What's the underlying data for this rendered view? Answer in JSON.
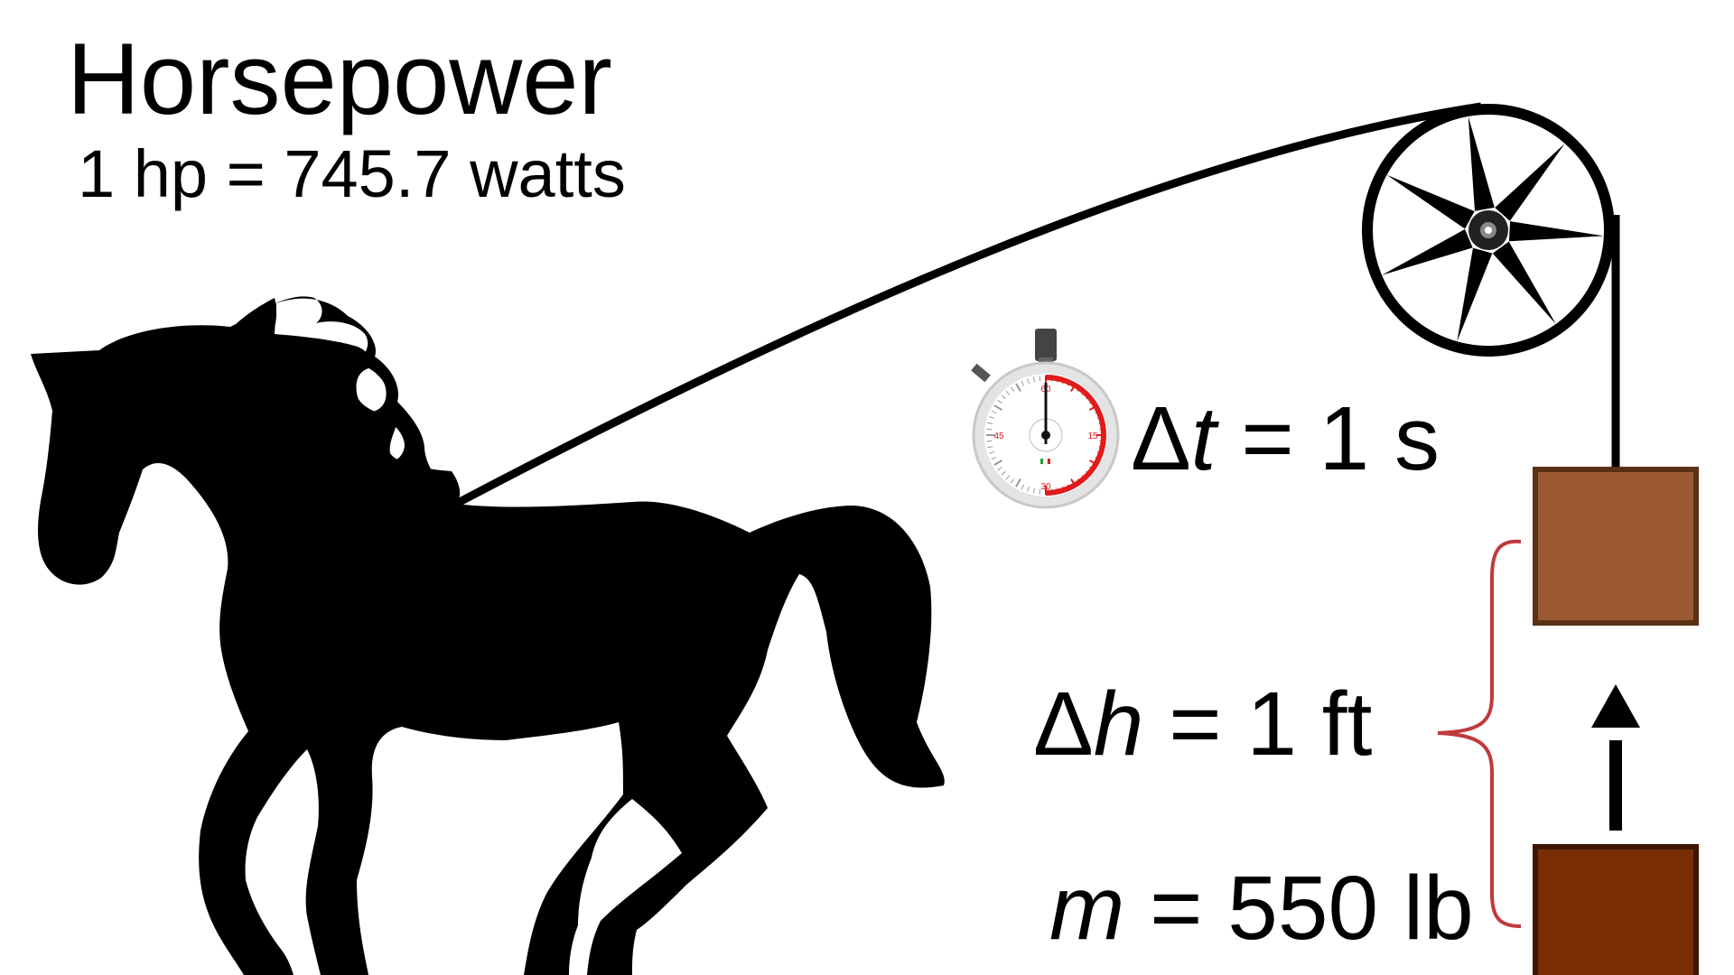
{
  "title": "Horsepower",
  "subtitle": "1 hp = 745.7 watts",
  "time_label": {
    "delta": "Δ",
    "var": "t",
    "rest": " = 1 s"
  },
  "height_label": {
    "delta": "Δ",
    "var": "h",
    "rest": " = 1 ft"
  },
  "mass_label": {
    "var": "m",
    "rest": " = 550 lb"
  },
  "stopwatch": {
    "mark_top": "60",
    "mark_right": "15",
    "mark_bottom": "30",
    "mark_left": "45"
  },
  "colors": {
    "ink": "#000000",
    "box_upper": "#9b5a32",
    "box_lower": "#7a2e06",
    "brace": "#c0393b",
    "stopwatch_red": "#e11b1b"
  }
}
